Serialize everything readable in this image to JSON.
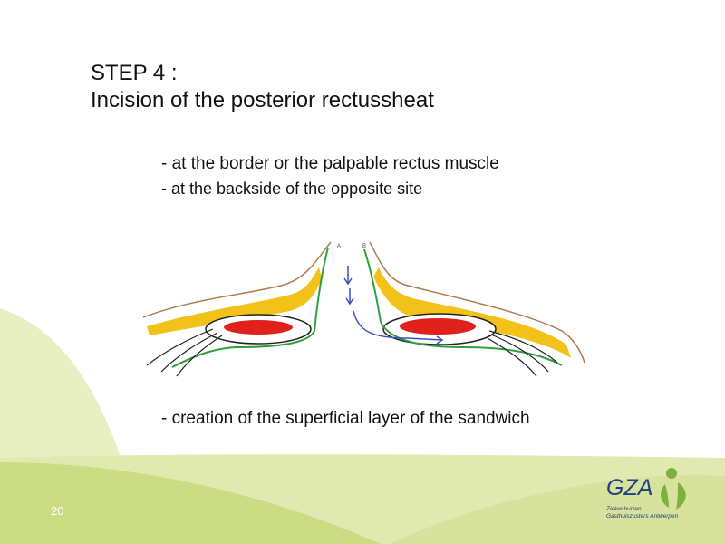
{
  "slide": {
    "title_line1": "STEP 4 :",
    "title_line2": "Incision of the posterior rectussheat",
    "bullets": [
      "- at the border or the palpable rectus muscle",
      "- at the backside of the opposite site",
      "- creation of the superficial layer of the sandwich"
    ],
    "page_number": "20"
  },
  "diagram": {
    "label_a": "A",
    "label_b": "B"
  },
  "logo": {
    "name": "GZA",
    "sub1": "Ziekenhuizen",
    "sub2": "Gasthuiszusters Antwerpen"
  },
  "colors": {
    "background_green_light": "#e8efc2",
    "background_green_mid": "#d3e08f",
    "fat_yellow": "#f2c21a",
    "skin_brown": "#b07a4e",
    "muscle_red": "#e0201b",
    "fascia_green": "#2f9e3e",
    "arrow_blue": "#3a4fbf",
    "logo_blue": "#1f3f86",
    "logo_green": "#7bb23a"
  }
}
